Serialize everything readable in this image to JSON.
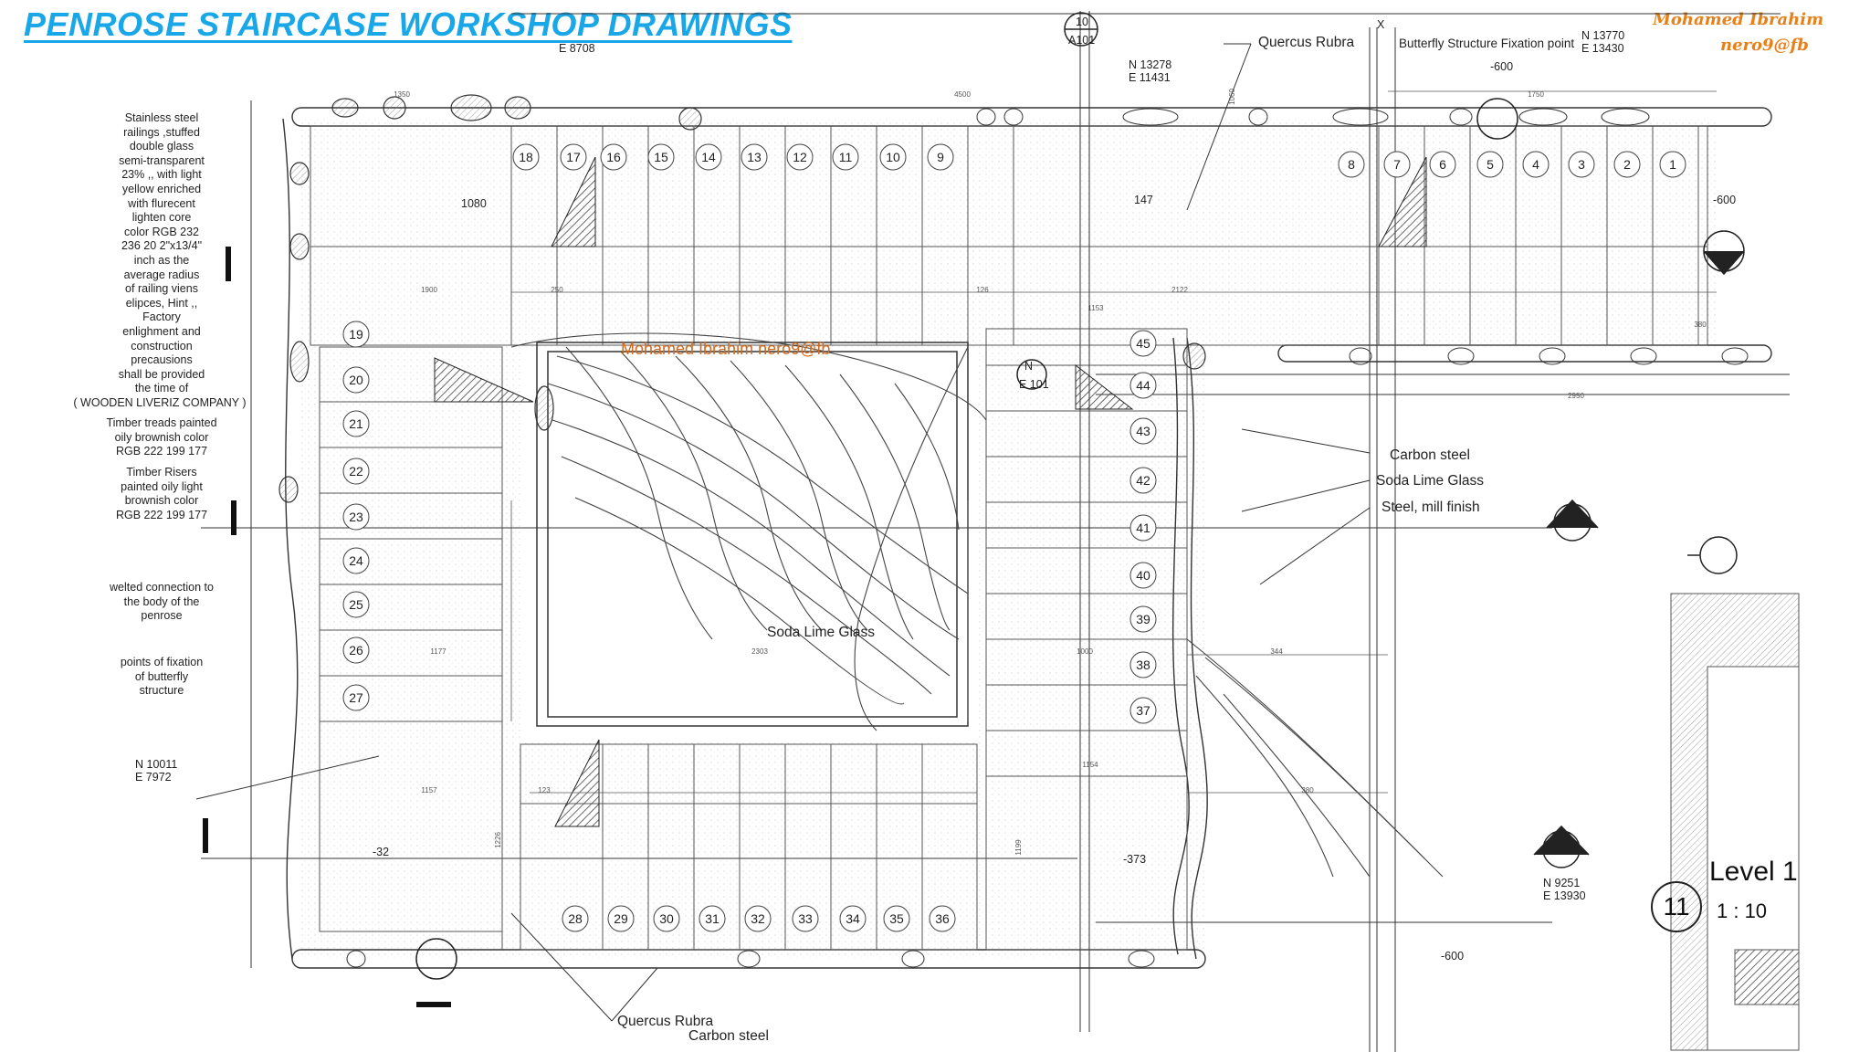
{
  "title": "PENROSE STAIRCASE WORKSHOP DRAWINGS",
  "signature": {
    "line1": "Mohamed Ibrahim",
    "line2": "nero9@fb"
  },
  "watermark": "Mohamed Ibrahim  nero9@fb",
  "colors": {
    "title": "#1aa7e8",
    "signature": "#e8801a",
    "watermark": "#d2691e",
    "line": "#333333",
    "hatch": "#555555"
  },
  "notes": {
    "railings": [
      "Stainless steel",
      "railings ,stuffed",
      "double glass",
      "semi-transparent",
      "23% ,, with light",
      "yellow enriched",
      "with flurecent",
      "lighten core",
      "color RGB 232",
      "236 20 2\"x13/4\"",
      "inch as the",
      "average radius",
      "of railing viens",
      "elipces, Hint ,,",
      "Factory",
      "enlighment and",
      "construction",
      "precausions",
      "shall be provided",
      "the time of"
    ],
    "company": "( WOODEN LIVERIZ COMPANY )",
    "treads": [
      "Timber treads painted",
      "oily brownish color",
      "RGB 222 199 177"
    ],
    "risers": [
      "Timber Risers",
      "painted oily light",
      "brownish color",
      "RGB 222 199 177"
    ],
    "welted": [
      "welted connection to",
      "the body of the",
      "penrose"
    ],
    "fixation": [
      "points of fixation",
      "of butterfly",
      "structure"
    ]
  },
  "labels": {
    "quercus_top": "Quercus Rubra",
    "butterfly_fix": "Butterfly Structure Fixation point",
    "carbon_steel": "Carbon steel",
    "soda_lime_right": "Soda Lime Glass",
    "steel_mill": "Steel, mill finish",
    "soda_lime_center": "Soda Lime Glass",
    "quercus_bottom": "Quercus Rubra",
    "carbon_bottom": "Carbon steel"
  },
  "coordinates": {
    "c1": [
      "N 13278",
      "E 11431"
    ],
    "c2": [
      "N 13770",
      "E 13430"
    ],
    "c3": [
      "N 10011",
      "E 7972"
    ],
    "c4": [
      "N 9251",
      "E 13930"
    ],
    "top_partial": "E 8708"
  },
  "elevations": {
    "e1": "1080",
    "e2": "147",
    "e3": "-600",
    "e4": "-600",
    "e5": "-32",
    "e6": "-373",
    "e7": "-600"
  },
  "section_marks": {
    "top_num": "10",
    "top_ref": "A101",
    "mid_num": "N",
    "mid_ref": "E 101"
  },
  "axis_x": "X",
  "view": {
    "number": "11",
    "level": "Level 1",
    "scale": "1 : 10"
  },
  "steps": {
    "top_flight": [
      "18",
      "17",
      "16",
      "15",
      "14",
      "13",
      "12",
      "11",
      "10",
      "9",
      "8",
      "7",
      "6",
      "5",
      "4",
      "3",
      "2",
      "1"
    ],
    "left_flight": [
      "19",
      "20",
      "21",
      "22",
      "23",
      "24",
      "25",
      "26",
      "27"
    ],
    "bottom_flight": [
      "28",
      "29",
      "30",
      "31",
      "32",
      "33",
      "34",
      "35",
      "36"
    ],
    "right_flight": [
      "45",
      "44",
      "43",
      "42",
      "41",
      "40",
      "39",
      "38",
      "37"
    ]
  },
  "dimensions": [
    "1350",
    "4500",
    "1750",
    "1060",
    "1900",
    "250",
    "2122",
    "126",
    "1153",
    "2950",
    "380",
    "1177",
    "2303",
    "1000",
    "344",
    "1154",
    "380",
    "1157",
    "123",
    "1199",
    "1226"
  ]
}
